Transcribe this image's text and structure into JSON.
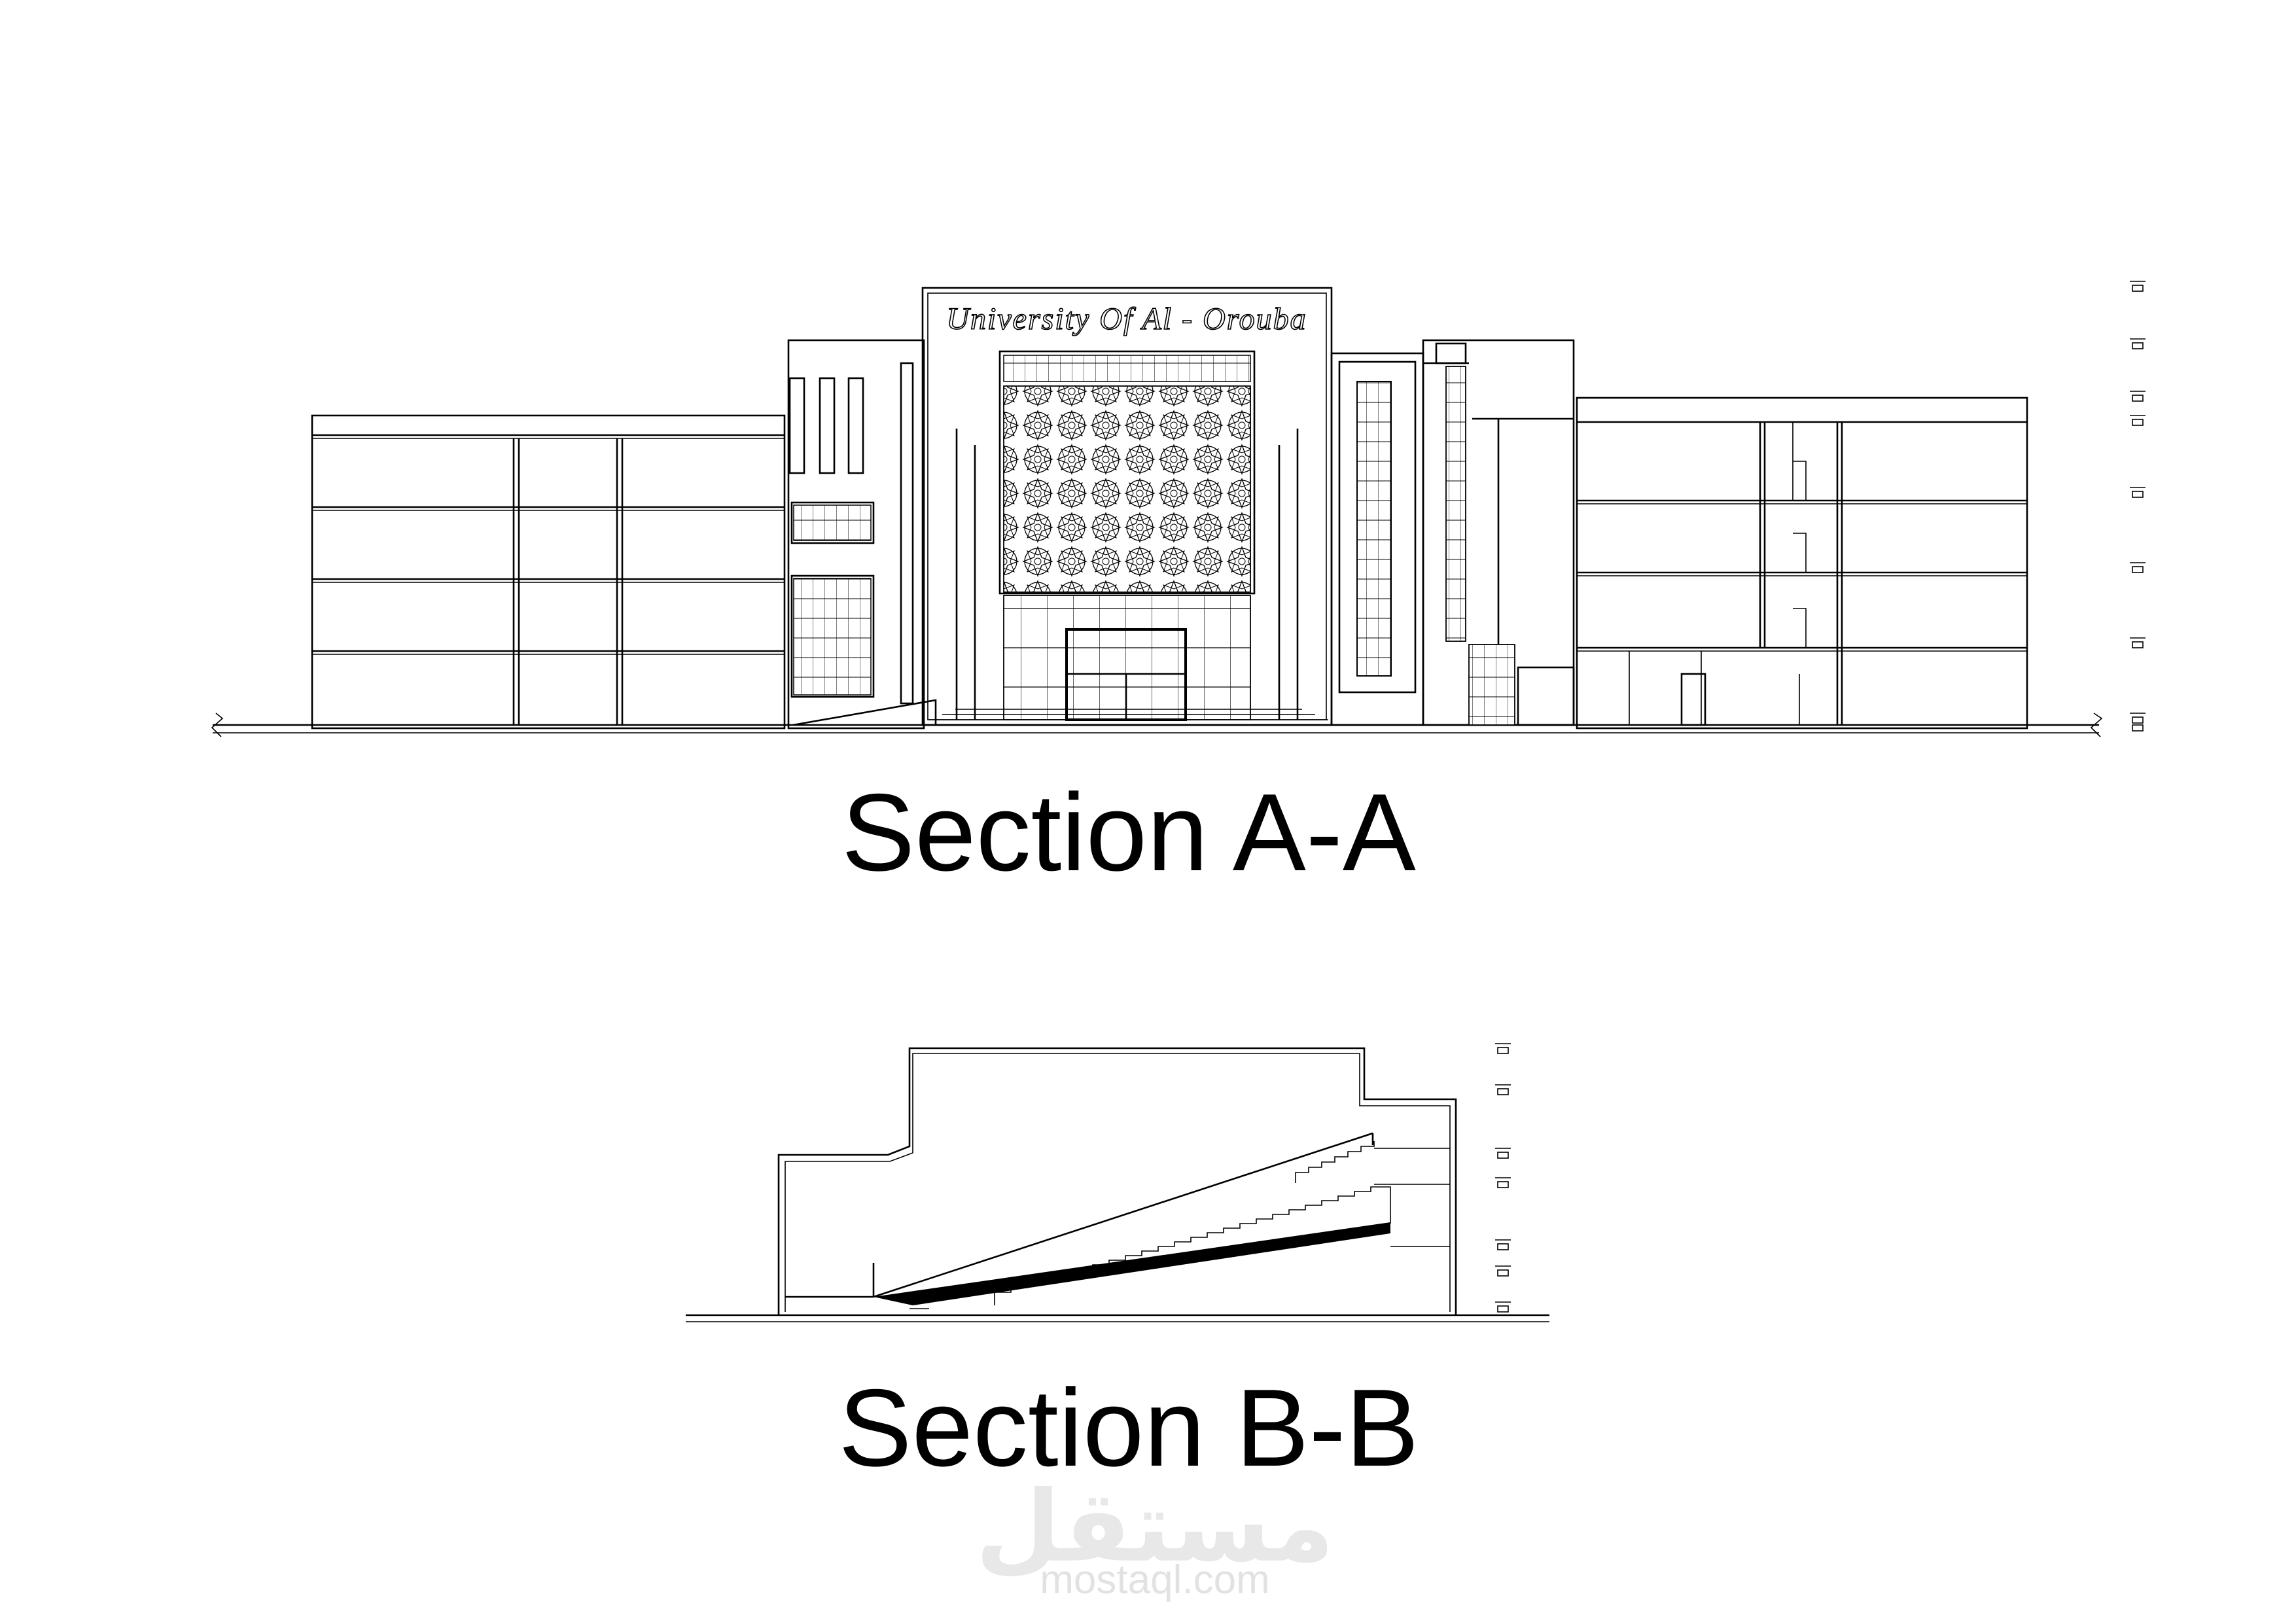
{
  "section_a": {
    "title": "Section A-A",
    "signage": "University Of Al - Orouba"
  },
  "section_b": {
    "title": "Section B-B"
  },
  "watermark": {
    "arabic": "مستقل",
    "url": "mostaql.com"
  }
}
